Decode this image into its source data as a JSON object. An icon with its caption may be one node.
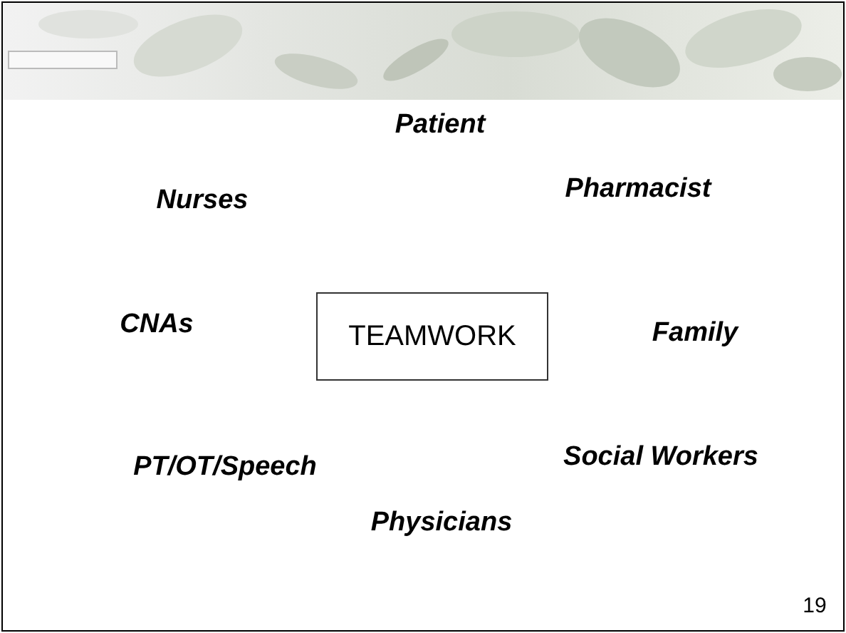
{
  "diagram": {
    "nodes": [
      {
        "text": [
          "TEAMWORK"
        ]
      }
    ],
    "labels": [
      "Patient",
      "Nurses",
      "Pharmacist",
      "CNAs",
      "Family",
      "PT/OT/Speech",
      "Social Workers",
      "Physicians",
      "19"
    ]
  }
}
